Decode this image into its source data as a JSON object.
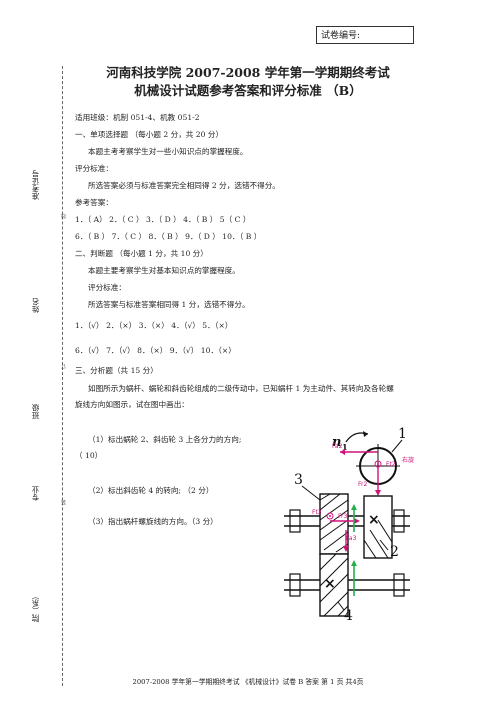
{
  "header": {
    "exam_no_label": "试卷编号:",
    "title_line1": "河南科技学院 2007-2008 学年第一学期期终考试",
    "title_line2": "机械设计试题参考答案和评分标准  （B）"
  },
  "sidebar": {
    "labels": [
      "准考证号",
      "姓名",
      "班级",
      "专业",
      "院（系）"
    ],
    "line_marks": [
      "线",
      "订",
      "装"
    ]
  },
  "content": {
    "applicable": "适用班级：机制 051-4、机教 051-2",
    "s1_title": "一、单项选择题  （每小题 2 分，共 20 分）",
    "s1_desc": "本题主考考察学生对一些小知识点的掌握程度。",
    "s1_std_label": "评分标准：",
    "s1_std": "所选答案必须与标准答案完全相同得 2 分，选错不得分。",
    "s1_ans_label": "参考答案：",
    "s1_ans_row1": "1．（ A）    2．（ C ）    3．（ D ）    4．（ B ）    5（ C ）",
    "s1_ans_row2": "6．（ B ）    7．（ C ）    8．（ B ）    9．（ D ）   10．（ B ）",
    "s2_title": "二、判断题  （每小题 1 分，共 10 分）",
    "s2_desc": "本题主要考察学生对基本知识点的掌握程度。",
    "s2_std_label": "评分标准：",
    "s2_std": "所选答案与标准答案相同得 1 分，选错不得分。",
    "s2_ans_row1": "1．（√）    2．（×）    3．（×）    4．（√）    5．（×）",
    "s2_ans_row2": "6．（√）    7．（√）    8．（×）    9．（√）    10．（×）",
    "s3_title": "三、分析题（共 15 分）",
    "s3_desc_line1": "如图所示为蜗杆、蜗轮和斜齿轮组成的二级传动中，已知蜗杆 1 为主动件、其转向及各轮螺",
    "s3_desc_line2": "旋线方向如图示，试在图中画出：",
    "s3_q1": "（1）标出蜗轮 2、斜齿轮 3 上各分力的方向;",
    "s3_q1_pts": "（  10）",
    "s3_q2": "（2）标出斜齿轮 4 的转向;  （2 分）",
    "s3_q3": "（3）指出蜗杆螺旋线的方向。（3 分）"
  },
  "diagram": {
    "labels": {
      "n1": "n",
      "n1_sub": "1",
      "right_hand": "右旋",
      "fa2": "Fa2",
      "ft2": "Ft2",
      "fr2": "Fr2",
      "ft3": "Ft3",
      "fr3": "Fr3",
      "fa3": "Fa3",
      "num1": "1",
      "num2": "2",
      "num3": "3",
      "num4": "4"
    },
    "colors": {
      "force": "#d0117a",
      "green": "#23b04d",
      "ink": "#111111"
    }
  },
  "footer": {
    "text": "2007-2008 学年第一学期期终考试  《机械设计》试卷 B 答案     第 1 页   共4页"
  }
}
